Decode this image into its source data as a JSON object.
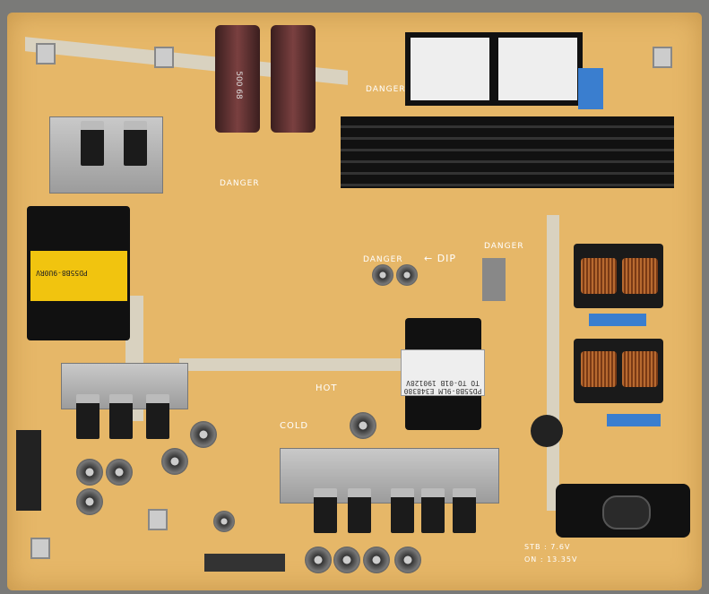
{
  "silkscreen": {
    "danger": "DANGER",
    "hot": "HOT",
    "cold": "COLD",
    "dip": "← DIP",
    "stb": "STB : 7.6V",
    "on": "ON : 13.35V"
  },
  "components": {
    "main_transformer_label": "PD55B8-9U0RV",
    "small_transformer_label": "PD55B8-9LM E348380 TO TO-01B 190128V",
    "cap_label": "500 68"
  },
  "colors": {
    "board": "#e6b768",
    "heatsink": "#1a1a1a",
    "trace": "#d9d2c0"
  }
}
